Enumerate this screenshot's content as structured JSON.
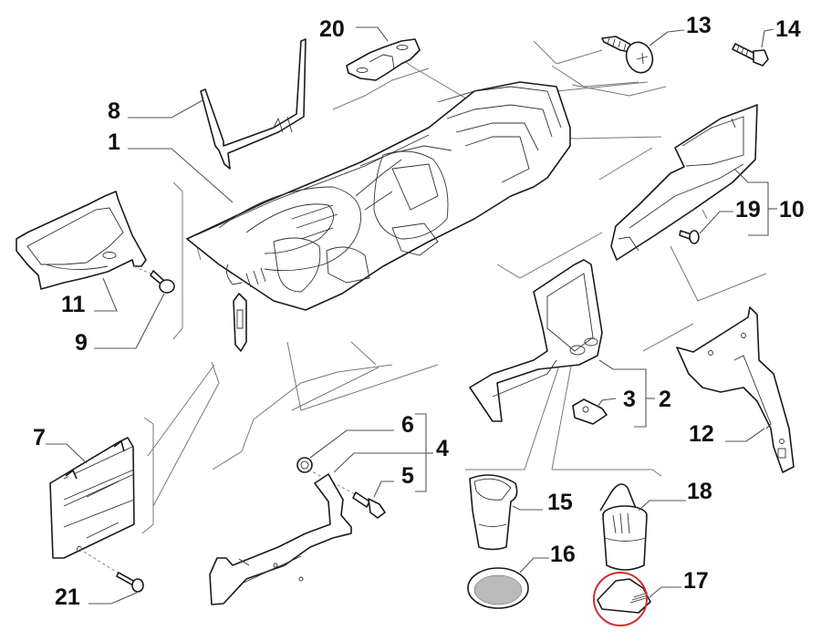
{
  "diagram": {
    "type": "exploded-parts-diagram",
    "subject": "dashboard assembly",
    "highlight_color": "#d32f2f",
    "highlighted_part": "17",
    "callouts": [
      {
        "id": "1",
        "label": "1"
      },
      {
        "id": "2",
        "label": "2"
      },
      {
        "id": "3",
        "label": "3"
      },
      {
        "id": "4",
        "label": "4"
      },
      {
        "id": "5",
        "label": "5"
      },
      {
        "id": "6",
        "label": "6"
      },
      {
        "id": "7",
        "label": "7"
      },
      {
        "id": "8",
        "label": "8"
      },
      {
        "id": "9",
        "label": "9"
      },
      {
        "id": "10",
        "label": "10"
      },
      {
        "id": "11",
        "label": "11"
      },
      {
        "id": "12",
        "label": "12"
      },
      {
        "id": "13",
        "label": "13"
      },
      {
        "id": "14",
        "label": "14"
      },
      {
        "id": "15",
        "label": "15"
      },
      {
        "id": "16",
        "label": "16"
      },
      {
        "id": "17",
        "label": "17"
      },
      {
        "id": "18",
        "label": "18"
      },
      {
        "id": "19",
        "label": "19"
      },
      {
        "id": "20",
        "label": "20"
      },
      {
        "id": "21",
        "label": "21"
      }
    ],
    "groups": [
      {
        "parent": "2",
        "children": [
          "3"
        ]
      },
      {
        "parent": "4",
        "children": [
          "6",
          "5"
        ]
      },
      {
        "parent": "10",
        "children": [
          "19"
        ]
      }
    ]
  }
}
